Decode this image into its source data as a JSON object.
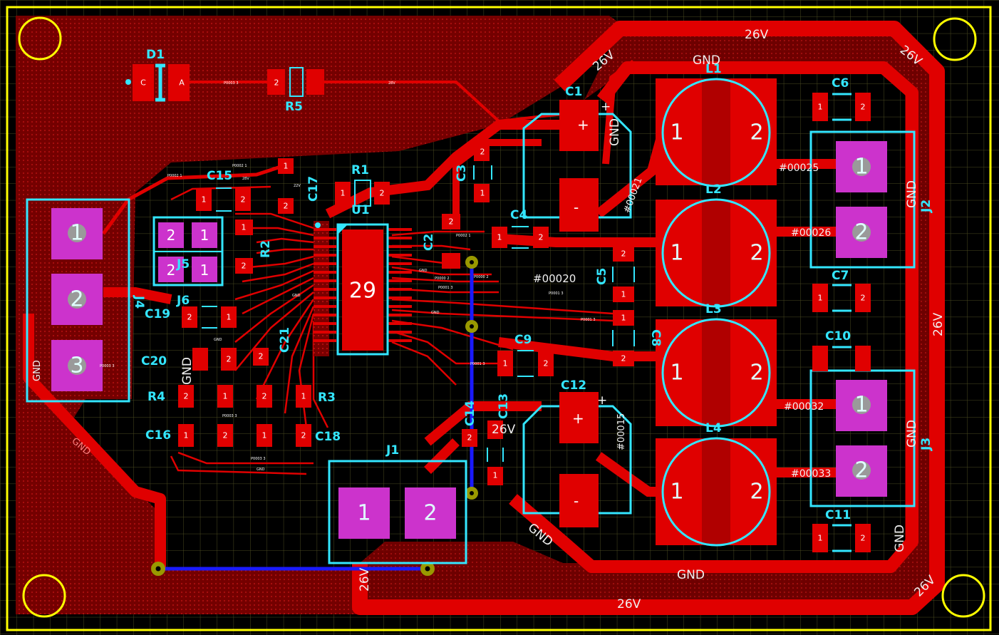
{
  "colors": {
    "background": "#000000",
    "grid": "#3a3a1a",
    "copper": "#e00000",
    "copper_pour": "#8a0000",
    "silkscreen": "#33e6ff",
    "board_outline": "#ffff00",
    "through_hole_pad": "#cc33cc",
    "via": "#999900",
    "bottom_trace": "#1a1aff",
    "text": "#f0f0f0"
  },
  "components": {
    "D1": {
      "ref": "D1",
      "pin_c": "C",
      "pin_a": "A"
    },
    "R5": {
      "ref": "R5",
      "pin": "2"
    },
    "C1": {
      "ref": "C1",
      "plus": "+",
      "minus": "-"
    },
    "C12": {
      "ref": "C12",
      "plus": "+",
      "minus": "-"
    },
    "C15": {
      "ref": "C15"
    },
    "C17": {
      "ref": "C17"
    },
    "R1": {
      "ref": "R1"
    },
    "U1": {
      "ref": "U1",
      "center": "29"
    },
    "R2": {
      "ref": "R2"
    },
    "J5": {
      "ref": "J5"
    },
    "J6": {
      "ref": "J6"
    },
    "J4": {
      "ref": "J4"
    },
    "C19": {
      "ref": "C19"
    },
    "C20": {
      "ref": "C20"
    },
    "R4": {
      "ref": "R4"
    },
    "C16": {
      "ref": "C16"
    },
    "C18": {
      "ref": "C18"
    },
    "R3": {
      "ref": "R3"
    },
    "C21": {
      "ref": "C21"
    },
    "C3": {
      "ref": "C3"
    },
    "C4": {
      "ref": "C4"
    },
    "C2": {
      "ref": "C2"
    },
    "C5": {
      "ref": "C5"
    },
    "C8": {
      "ref": "C8"
    },
    "C9": {
      "ref": "C9"
    },
    "C13": {
      "ref": "C13"
    },
    "C14": {
      "ref": "C14"
    },
    "J1": {
      "ref": "J1"
    },
    "L1": {
      "ref": "L1"
    },
    "L2": {
      "ref": "L2"
    },
    "L3": {
      "ref": "L3"
    },
    "L4": {
      "ref": "L4"
    },
    "C6": {
      "ref": "C6"
    },
    "C7": {
      "ref": "C7"
    },
    "C10": {
      "ref": "C10"
    },
    "C11": {
      "ref": "C11"
    },
    "J2": {
      "ref": "J2"
    },
    "J3": {
      "ref": "J3"
    }
  },
  "pins": {
    "p1": "1",
    "p2": "2",
    "p3": "3"
  },
  "nets": {
    "v26": "26V",
    "gnd": "GND",
    "n00020": "#00020",
    "n00021": "#00021",
    "n00025": "#00025",
    "n00026": "#00026",
    "n00015": "#00015",
    "n00032": "#00032",
    "n00033": "#00033"
  },
  "small_text": {
    "p0003": "P0003 3",
    "p0002": "P0002 1",
    "p0000": "P0000 2",
    "v28": "28V",
    "gnd": "GND",
    "v22": "22V",
    "p0001": "P0001 3"
  }
}
